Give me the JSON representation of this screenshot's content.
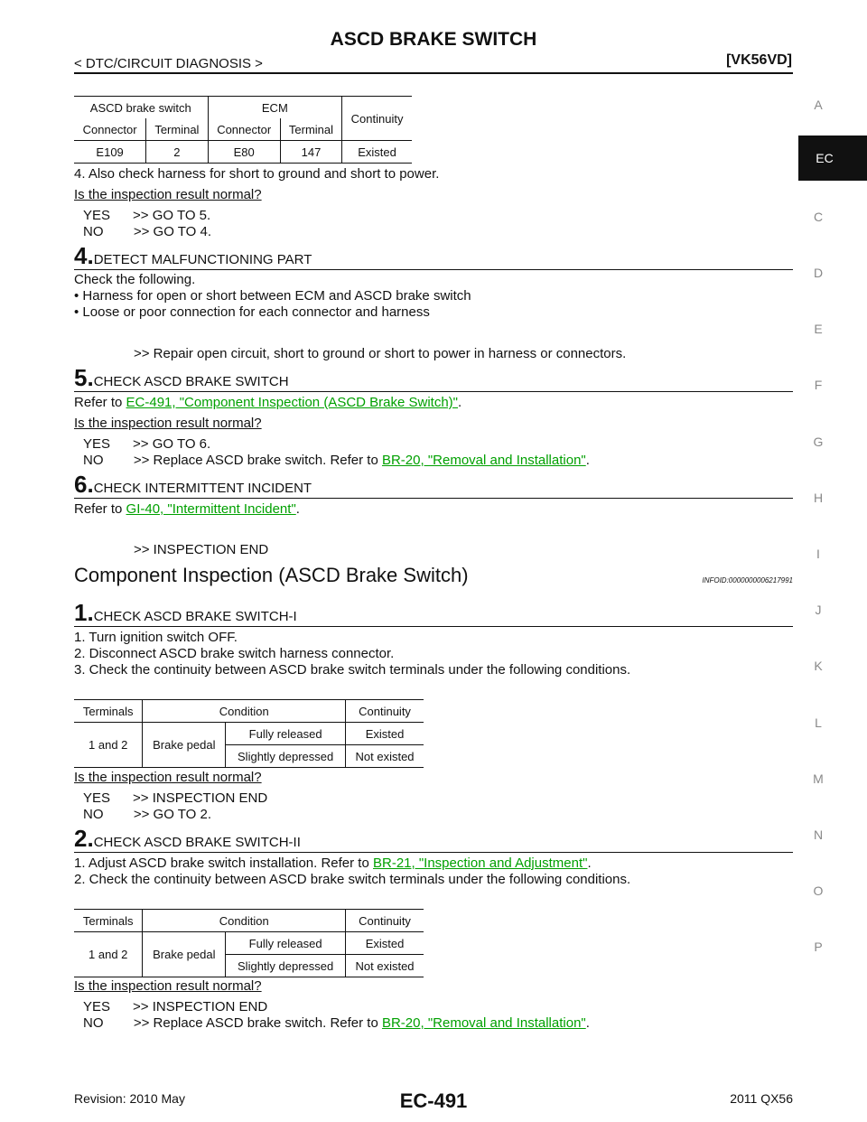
{
  "header": {
    "title": "ASCD BRAKE SWITCH",
    "breadcrumb": "< DTC/CIRCUIT DIAGNOSIS >",
    "engine": "[VK56VD]"
  },
  "side_index": {
    "letters": [
      "A",
      "EC",
      "C",
      "D",
      "E",
      "F",
      "G",
      "H",
      "I",
      "J",
      "K",
      "L",
      "M",
      "N",
      "O",
      "P"
    ],
    "active": "EC"
  },
  "table1": {
    "h_switch": "ASCD brake switch",
    "h_ecm": "ECM",
    "h_cont": "Continuity",
    "h_conn": "Connector",
    "h_term": "Terminal",
    "h_conn2": "Connector",
    "h_term2": "Terminal",
    "row": [
      "E109",
      "2",
      "E80",
      "147",
      "Existed"
    ]
  },
  "step3": {
    "l4": "4. Also check harness for short to ground and short to power.",
    "question": "Is the inspection result normal?",
    "yes": "YES      >> GO TO 5.",
    "no": "NO        >> GO TO 4."
  },
  "step4": {
    "num": "4.",
    "title": "DETECT MALFUNCTIONING PART",
    "intro": "Check the following.",
    "b1": "• Harness for open or short between ECM and ASCD brake switch",
    "b2": "• Loose or poor connection for each connector and harness",
    "action": ">> Repair open circuit, short to ground or short to power in harness or connectors."
  },
  "step5": {
    "num": "5.",
    "title": "CHECK ASCD BRAKE SWITCH",
    "refer": "Refer to ",
    "link": "EC-491, \"Component Inspection (ASCD Brake Switch)\"",
    "dot": ".",
    "question": "Is the inspection result normal?",
    "yes": "YES      >> GO TO 6.",
    "no_prefix": "NO        >> Replace ASCD brake switch. Refer to ",
    "no_link": "BR-20, \"Removal and Installation\"",
    "no_dot": "."
  },
  "step6": {
    "num": "6.",
    "title": "CHECK INTERMITTENT INCIDENT",
    "refer": "Refer to ",
    "link": "GI-40, \"Intermittent Incident\"",
    "dot": ".",
    "action": ">> INSPECTION END"
  },
  "component": {
    "title": "Component Inspection (ASCD Brake Switch)",
    "infoid": "INFOID:0000000006217991"
  },
  "cstep1": {
    "num": "1.",
    "title": "CHECK ASCD BRAKE SWITCH-I",
    "l1": "1. Turn ignition switch OFF.",
    "l2": "2. Disconnect ASCD brake switch harness connector.",
    "l3": "3. Check the continuity between ASCD brake switch terminals under the following conditions.",
    "question": "Is the inspection result normal?",
    "yes": "YES      >> INSPECTION END",
    "no": "NO        >> GO TO 2."
  },
  "cond_table": {
    "h_term": "Terminals",
    "h_cond": "Condition",
    "h_cont": "Continuity",
    "terminals": "1 and 2",
    "pedal": "Brake pedal",
    "c1": "Fully released",
    "v1": "Existed",
    "c2": "Slightly depressed",
    "v2": "Not existed"
  },
  "cstep2": {
    "num": "2.",
    "title": "CHECK ASCD BRAKE SWITCH-II",
    "l1_prefix": "1. Adjust ASCD brake switch installation. Refer to ",
    "l1_link": "BR-21, \"Inspection and Adjustment\"",
    "l1_dot": ".",
    "l2": "2. Check the continuity between ASCD brake switch terminals under the following conditions.",
    "question": "Is the inspection result normal?",
    "yes": "YES      >> INSPECTION END",
    "no_prefix": "NO        >> Replace ASCD brake switch. Refer to ",
    "no_link": "BR-20, \"Removal and Installation\"",
    "no_dot": "."
  },
  "footer": {
    "revision": "Revision: 2010 May",
    "page": "EC-491",
    "model": "2011 QX56"
  }
}
